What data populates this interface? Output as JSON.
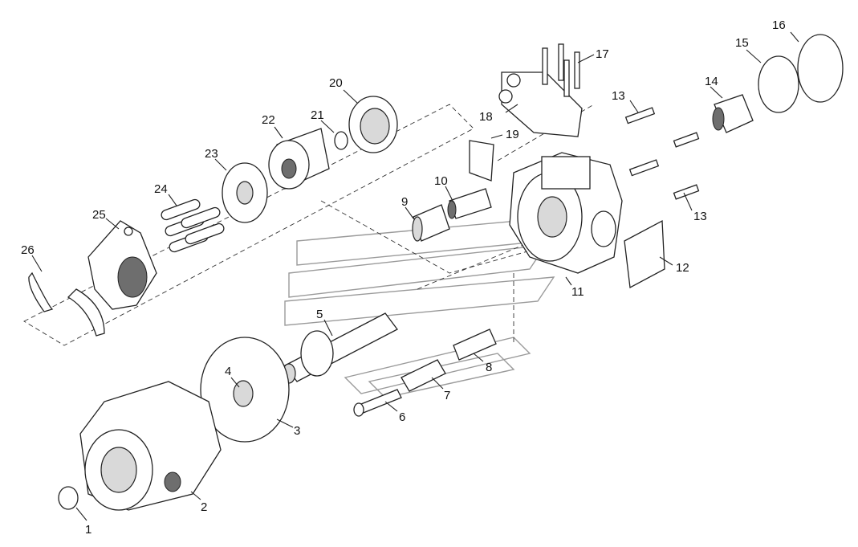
{
  "diagram": {
    "labels": [
      "1",
      "2",
      "3",
      "4",
      "5",
      "6",
      "7",
      "8",
      "9",
      "10",
      "11",
      "12",
      "13",
      "13",
      "14",
      "15",
      "16",
      "17",
      "18",
      "19",
      "20",
      "21",
      "22",
      "23",
      "24",
      "25",
      "26"
    ]
  }
}
